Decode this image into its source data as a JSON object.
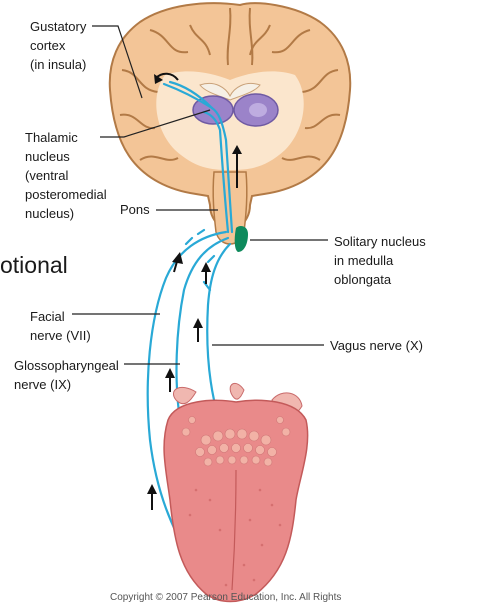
{
  "labels": {
    "gustatory_cortex": [
      "Gustatory",
      "cortex",
      "(in insula)"
    ],
    "thalamic_nucleus": [
      "Thalamic",
      "nucleus",
      "(ventral",
      "posteromedial",
      "nucleus)"
    ],
    "pons": "Pons",
    "solitary_nucleus": [
      "Solitary nucleus",
      "in medulla",
      "oblongata"
    ],
    "facial_nerve": [
      "Facial",
      "nerve (VII)"
    ],
    "glossopharyngeal_nerve": [
      "Glossopharyngeal",
      "nerve (IX)"
    ],
    "vagus_nerve": "Vagus nerve (X)"
  },
  "partial_heading": "otional",
  "credit_text": "Copyright © 2007 Pearson Education, Inc. All Rights",
  "colors": {
    "nerve": "#29a9d6",
    "brain_tissue": "#f2c79a",
    "brain_outline": "#b27a46",
    "thalamus": "#9b83c9",
    "solitary_nucleus": "#0e8a5c",
    "tongue": "#e98a8a"
  }
}
